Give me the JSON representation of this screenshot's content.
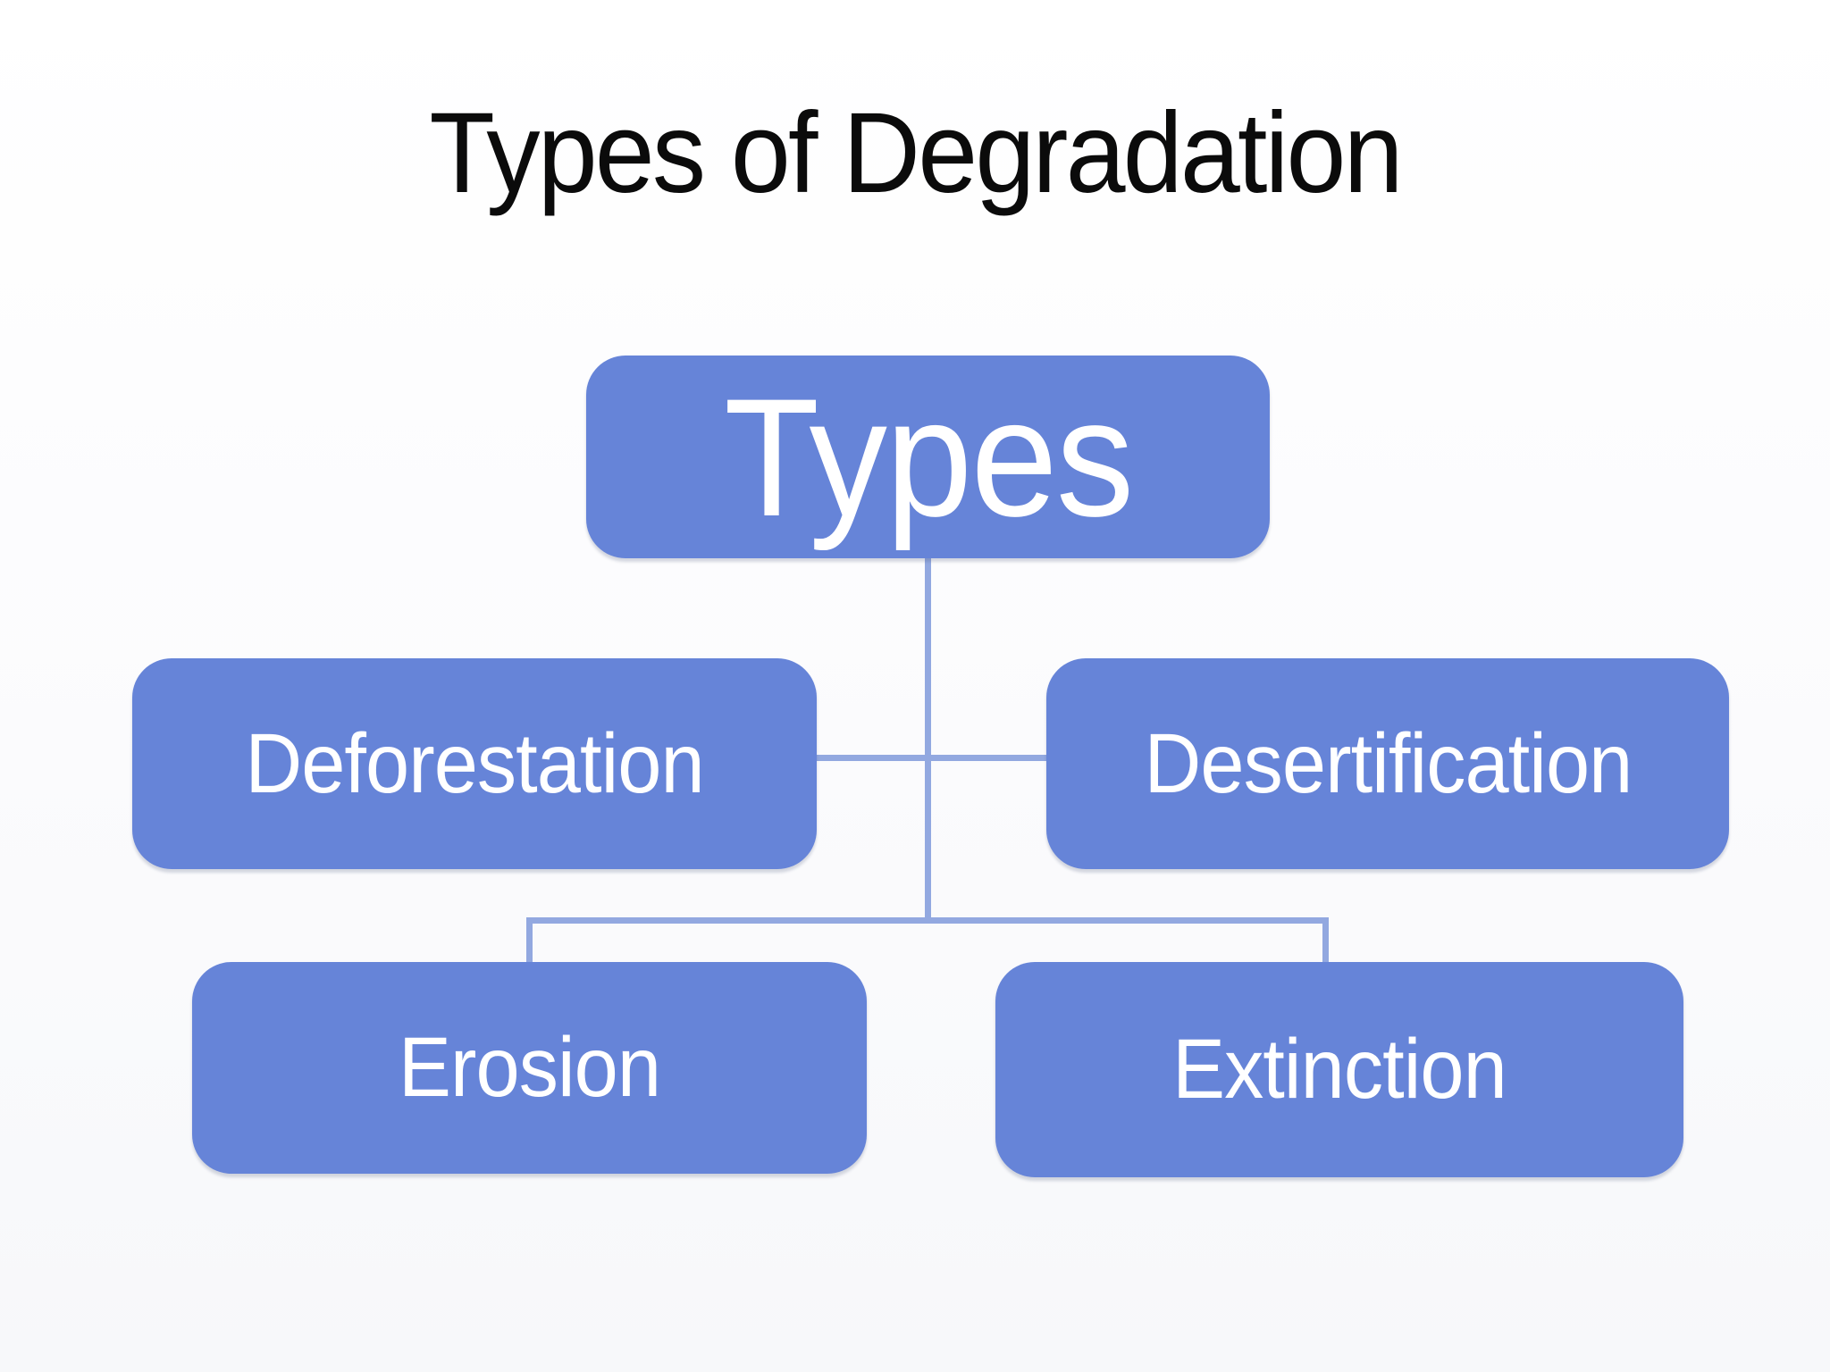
{
  "title": "Types of Degradation",
  "diagram": {
    "type": "hierarchy",
    "root": {
      "id": "types",
      "label": "Types"
    },
    "children": [
      {
        "id": "deforestation",
        "label": "Deforestation"
      },
      {
        "id": "desertification",
        "label": "Desertification"
      },
      {
        "id": "erosion",
        "label": "Erosion"
      },
      {
        "id": "extinction",
        "label": "Extinction"
      }
    ]
  },
  "colors": {
    "node_fill": "#6684d8",
    "node_text": "#ffffff",
    "connector": "#92a8e0",
    "title_text": "#0b0b0b",
    "background": "#fbfbfd"
  }
}
